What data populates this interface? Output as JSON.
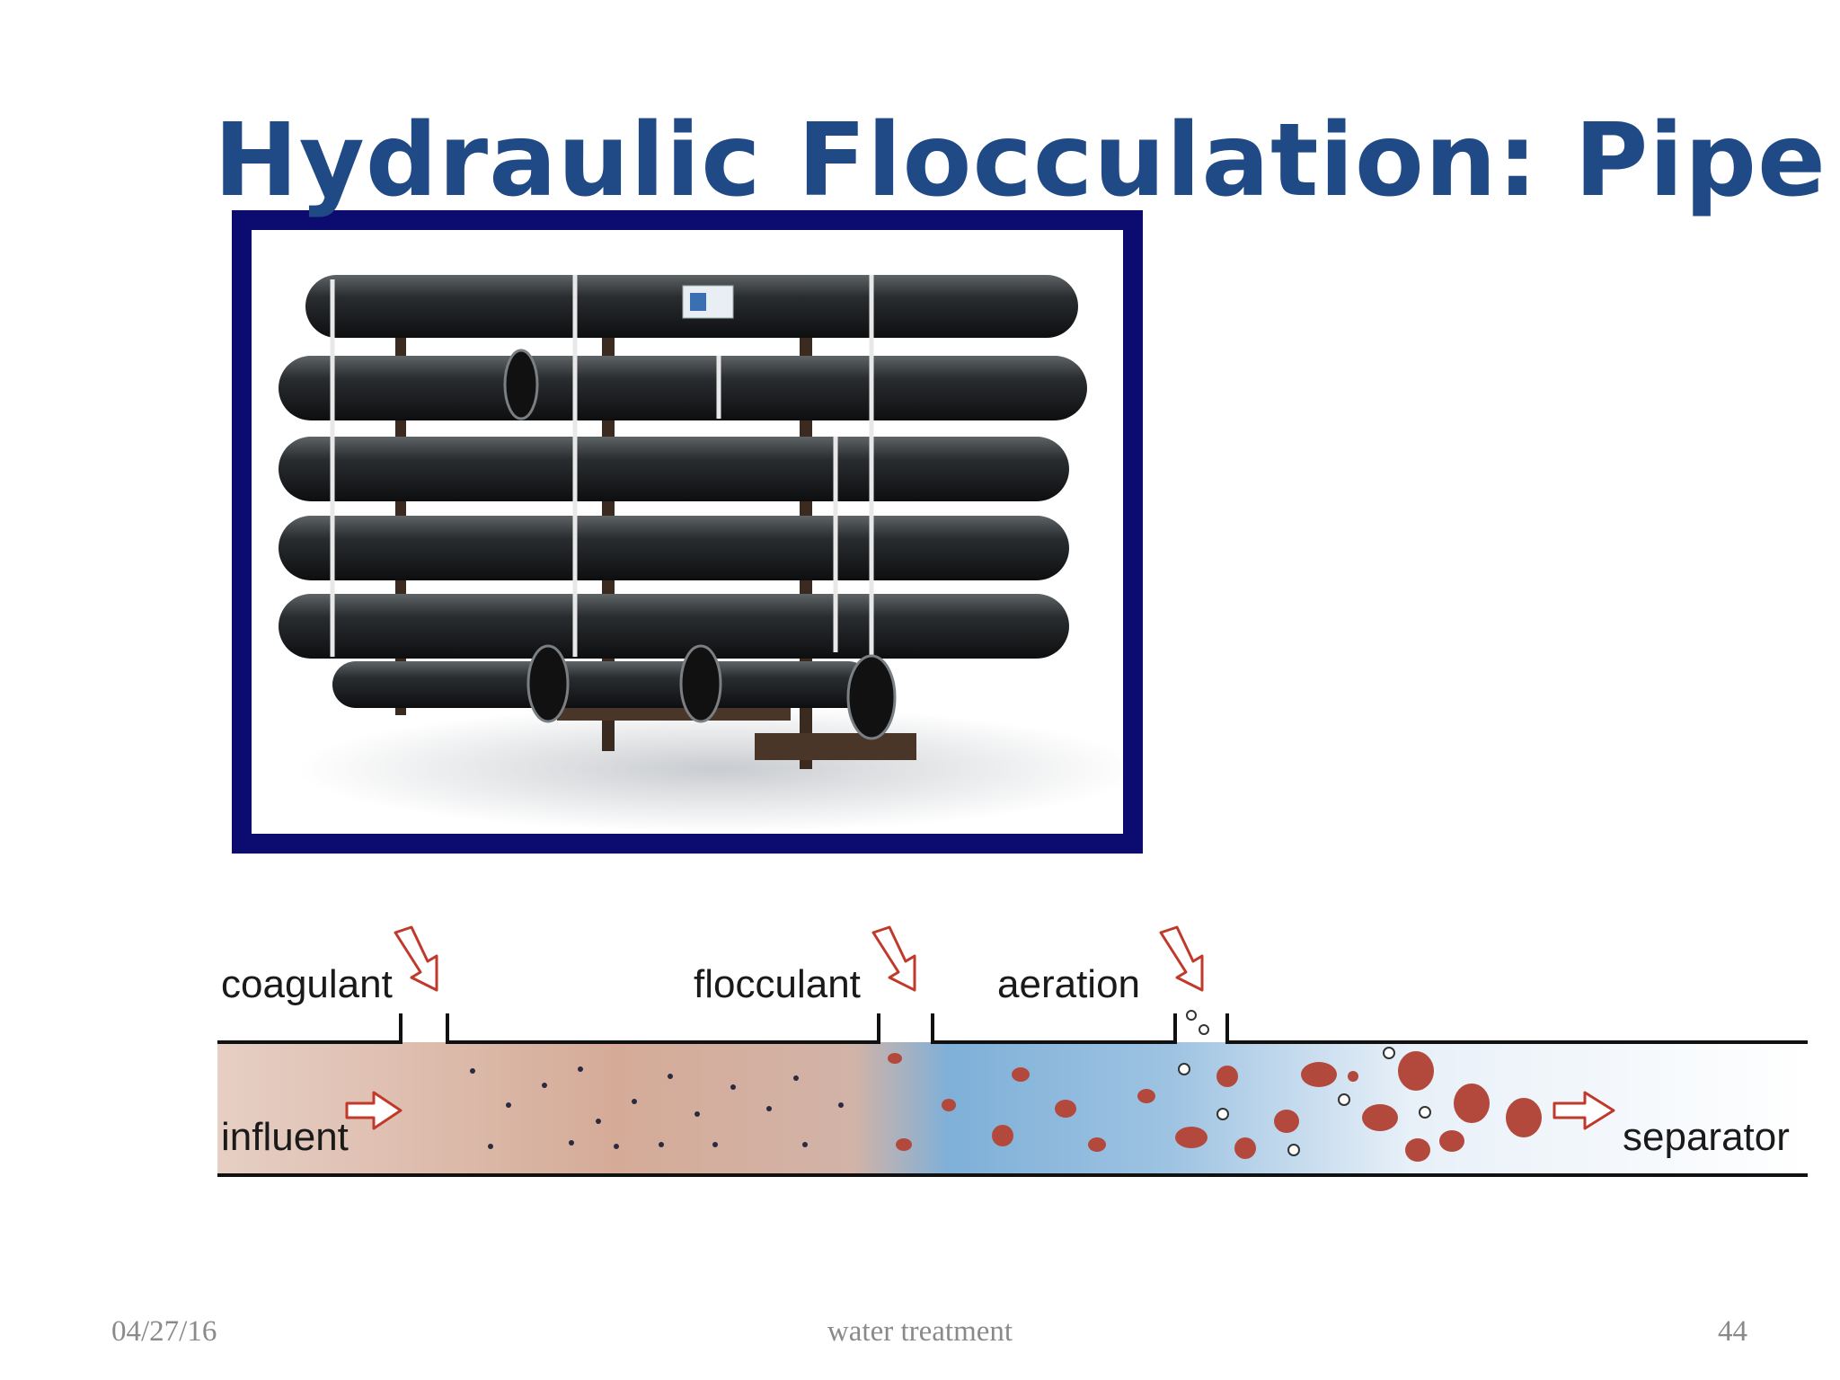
{
  "slide": {
    "title": "Hydraulic Flocculation: Pipe"
  },
  "photo": {
    "icon": "pipe-flocculator-photo",
    "frame_color": "#0b0b70"
  },
  "diagram": {
    "labels": {
      "coagulant": "coagulant",
      "flocculant": "flocculant",
      "aeration": "aeration",
      "influent": "influent",
      "separator": "separator"
    },
    "arrow_color": "#c0392b",
    "floc_color": "#b3493c"
  },
  "footer": {
    "date": "04/27/16",
    "center": "water treatment",
    "page": "44"
  },
  "colors": {
    "title": "#1f4a86",
    "pipe_tan": "#d7b7a4",
    "pipe_blue": "#87b6da"
  }
}
